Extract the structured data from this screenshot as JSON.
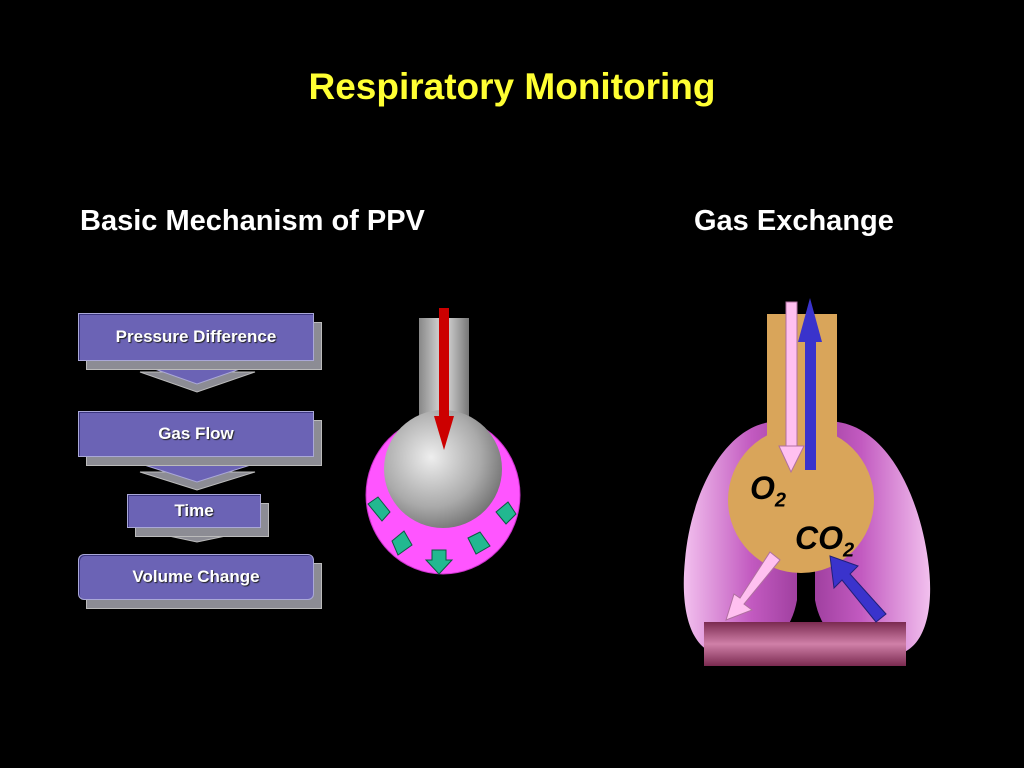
{
  "slide": {
    "title": "Respiratory Monitoring"
  },
  "left_panel": {
    "heading": "Basic Mechanism of PPV",
    "steps": [
      "Pressure Difference",
      "Gas Flow",
      "Time",
      "Volume Change"
    ]
  },
  "right_panel": {
    "heading": "Gas Exchange",
    "oxygen": {
      "base": "O",
      "sub": "2"
    },
    "carbon_dioxide": {
      "base": "CO",
      "sub": "2"
    }
  },
  "colors": {
    "title": "#ffff33",
    "box": "#6b63b5",
    "lung": "#d46ad0",
    "alveolus": "#d9a55a",
    "balloon": "#ff55ff",
    "arrow_red": "#cc0000",
    "arrow_green": "#22b890",
    "arrow_blue": "#3a33cc",
    "arrow_pink": "#ffc0f0",
    "capillary": "#a03a6a"
  }
}
